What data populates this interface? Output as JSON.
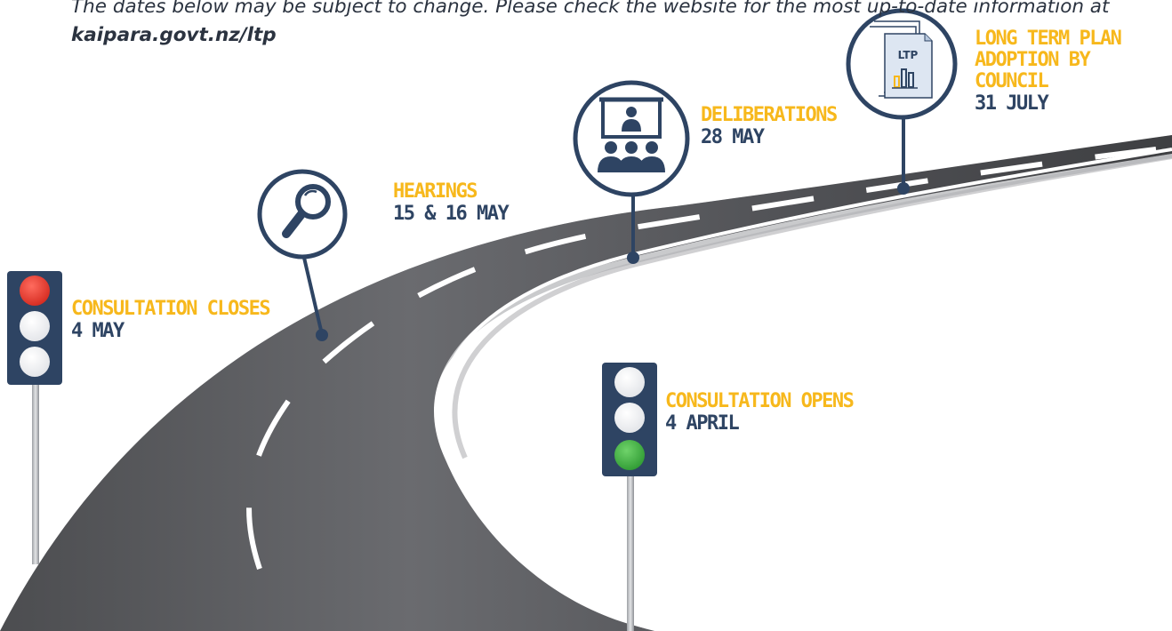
{
  "intro": {
    "text": "The dates below may be subject to change. Please check the website for the most up-to-date information at ",
    "link": "kaipara.govt.nz/ltp"
  },
  "colors": {
    "navy": "#2e4463",
    "yellow": "#f7b81c",
    "road": "#5f6064",
    "red_light": "#e63327",
    "green_light": "#3faa3f"
  },
  "milestones": [
    {
      "title": "Consultation opens",
      "date": "4 April",
      "marker": "traffic-light-green"
    },
    {
      "title": "Consultation closes",
      "date": "4 May",
      "marker": "traffic-light-red"
    },
    {
      "title": "Hearings",
      "date": "15 & 16 May",
      "marker": "magnifier-icon"
    },
    {
      "title": "Deliberations",
      "date": "28 May",
      "marker": "presentation-audience-icon"
    },
    {
      "title": "Long Term Plan adoption by Council",
      "date": "31 July",
      "marker": "ltp-document-icon"
    }
  ],
  "icons": {
    "ltp_label": "LTP"
  }
}
